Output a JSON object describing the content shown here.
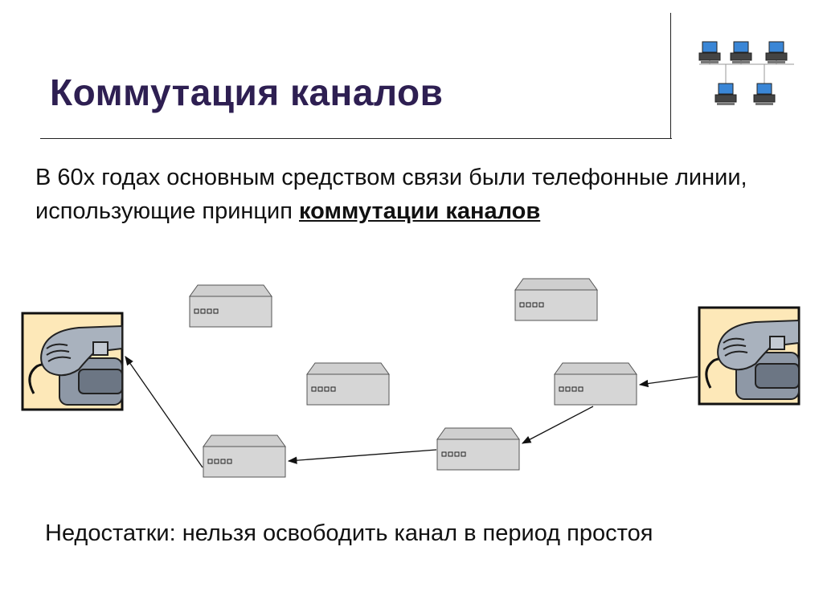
{
  "slide": {
    "title": "Коммутация каналов",
    "intro_text": "В 60х годах основным средством связи были телефонные линии, использующие принцип ",
    "intro_emphasis": "коммутации каналов",
    "footer_text": "Недостатки: нельзя освободить канал в период простоя"
  },
  "diagram": {
    "nodes": [
      {
        "id": "phone-left",
        "kind": "telephone"
      },
      {
        "id": "phone-right",
        "kind": "telephone"
      },
      {
        "id": "switch-1",
        "kind": "switch"
      },
      {
        "id": "switch-2",
        "kind": "switch"
      },
      {
        "id": "switch-3",
        "kind": "switch"
      },
      {
        "id": "switch-4",
        "kind": "switch"
      },
      {
        "id": "switch-5",
        "kind": "switch"
      },
      {
        "id": "switch-6",
        "kind": "switch"
      }
    ],
    "connections": [
      {
        "from": "phone-right",
        "to": "switch-4"
      },
      {
        "from": "switch-4",
        "to": "switch-6"
      },
      {
        "from": "switch-6",
        "to": "switch-5"
      },
      {
        "from": "switch-5",
        "to": "phone-left"
      }
    ]
  },
  "icons": {
    "network_clipart": "network-computers-icon",
    "telephone": "telephone-icon",
    "switch": "switch-icon"
  },
  "colors": {
    "title": "#2e1f52",
    "switch_fill": "#d4d4d4",
    "phone_frame": "#fde8b8"
  }
}
